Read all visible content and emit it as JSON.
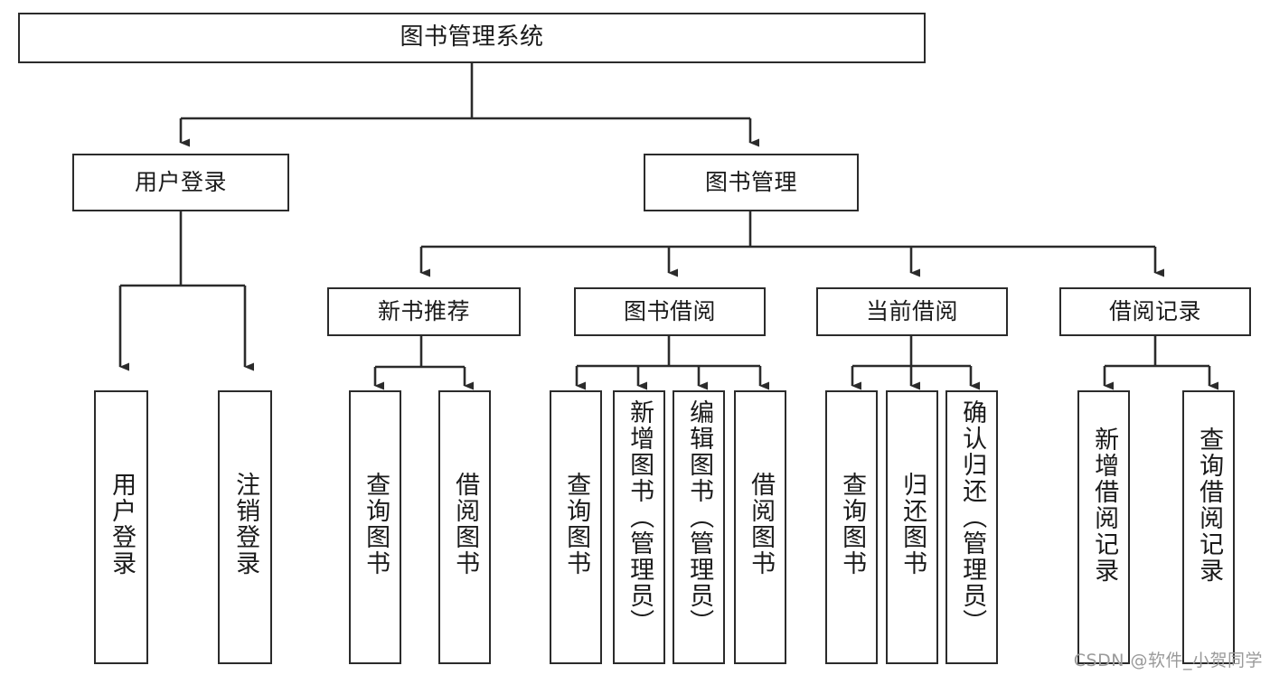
{
  "diagram": {
    "title": "图书管理系统",
    "orientation": "top-down tree",
    "stroke_color": "#2b2b2b",
    "background_color": "#ffffff",
    "levels": [
      {
        "level": 1,
        "nodes": [
          {
            "id": "root",
            "label": "图书管理系统",
            "text_direction": "horizontal"
          }
        ]
      },
      {
        "level": 2,
        "nodes": [
          {
            "id": "login",
            "label": "用户登录",
            "text_direction": "horizontal"
          },
          {
            "id": "bookmgr",
            "label": "图书管理",
            "text_direction": "horizontal"
          }
        ]
      },
      {
        "level": 3,
        "nodes": [
          {
            "id": "newbook",
            "label": "新书推荐",
            "text_direction": "horizontal"
          },
          {
            "id": "borrow",
            "label": "图书借阅",
            "text_direction": "horizontal"
          },
          {
            "id": "current",
            "label": "当前借阅",
            "text_direction": "horizontal"
          },
          {
            "id": "records",
            "label": "借阅记录",
            "text_direction": "horizontal"
          }
        ]
      },
      {
        "level": 4,
        "nodes": [
          {
            "id": "leaf1",
            "label": "用户登录",
            "text_direction": "vertical",
            "parent": "login"
          },
          {
            "id": "leaf2",
            "label": "注销登录",
            "text_direction": "vertical",
            "parent": "login"
          },
          {
            "id": "leaf3",
            "label": "查询图书",
            "text_direction": "vertical",
            "parent": "newbook"
          },
          {
            "id": "leaf4",
            "label": "借阅图书",
            "text_direction": "vertical",
            "parent": "newbook"
          },
          {
            "id": "leaf5",
            "label": "查询图书",
            "text_direction": "vertical",
            "parent": "borrow"
          },
          {
            "id": "leaf6",
            "label": "新增图书（管理员）",
            "text_direction": "vertical",
            "parent": "borrow"
          },
          {
            "id": "leaf7",
            "label": "编辑图书（管理员）",
            "text_direction": "vertical",
            "parent": "borrow"
          },
          {
            "id": "leaf8",
            "label": "借阅图书",
            "text_direction": "vertical",
            "parent": "borrow"
          },
          {
            "id": "leaf9",
            "label": "查询图书",
            "text_direction": "vertical",
            "parent": "current"
          },
          {
            "id": "leaf10",
            "label": "归还图书",
            "text_direction": "vertical",
            "parent": "current"
          },
          {
            "id": "leaf11",
            "label": "确认归还（管理员）",
            "text_direction": "vertical",
            "parent": "current"
          },
          {
            "id": "leaf12",
            "label": "新增借阅记录",
            "text_direction": "vertical",
            "parent": "records"
          },
          {
            "id": "leaf13",
            "label": "查询借阅记录",
            "text_direction": "vertical",
            "parent": "records"
          }
        ]
      }
    ]
  },
  "watermark": {
    "text": "CSDN @软件_小贺同学"
  }
}
